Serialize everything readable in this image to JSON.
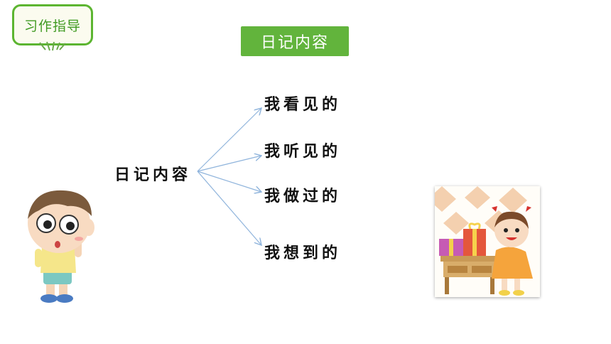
{
  "badge": {
    "label": "习作指导"
  },
  "title": {
    "label": "日记内容"
  },
  "diagram": {
    "root": "日记内容",
    "branches": [
      {
        "label": "我看见的"
      },
      {
        "label": "我听见的"
      },
      {
        "label": "我做过的"
      },
      {
        "label": "我想到的"
      }
    ]
  },
  "colors": {
    "accent_green": "#62b43c",
    "arrow_blue": "#8fb4dc"
  },
  "illustrations": {
    "left": "cartoon-boy-thinking",
    "right": "girl-with-gift-boxes"
  }
}
